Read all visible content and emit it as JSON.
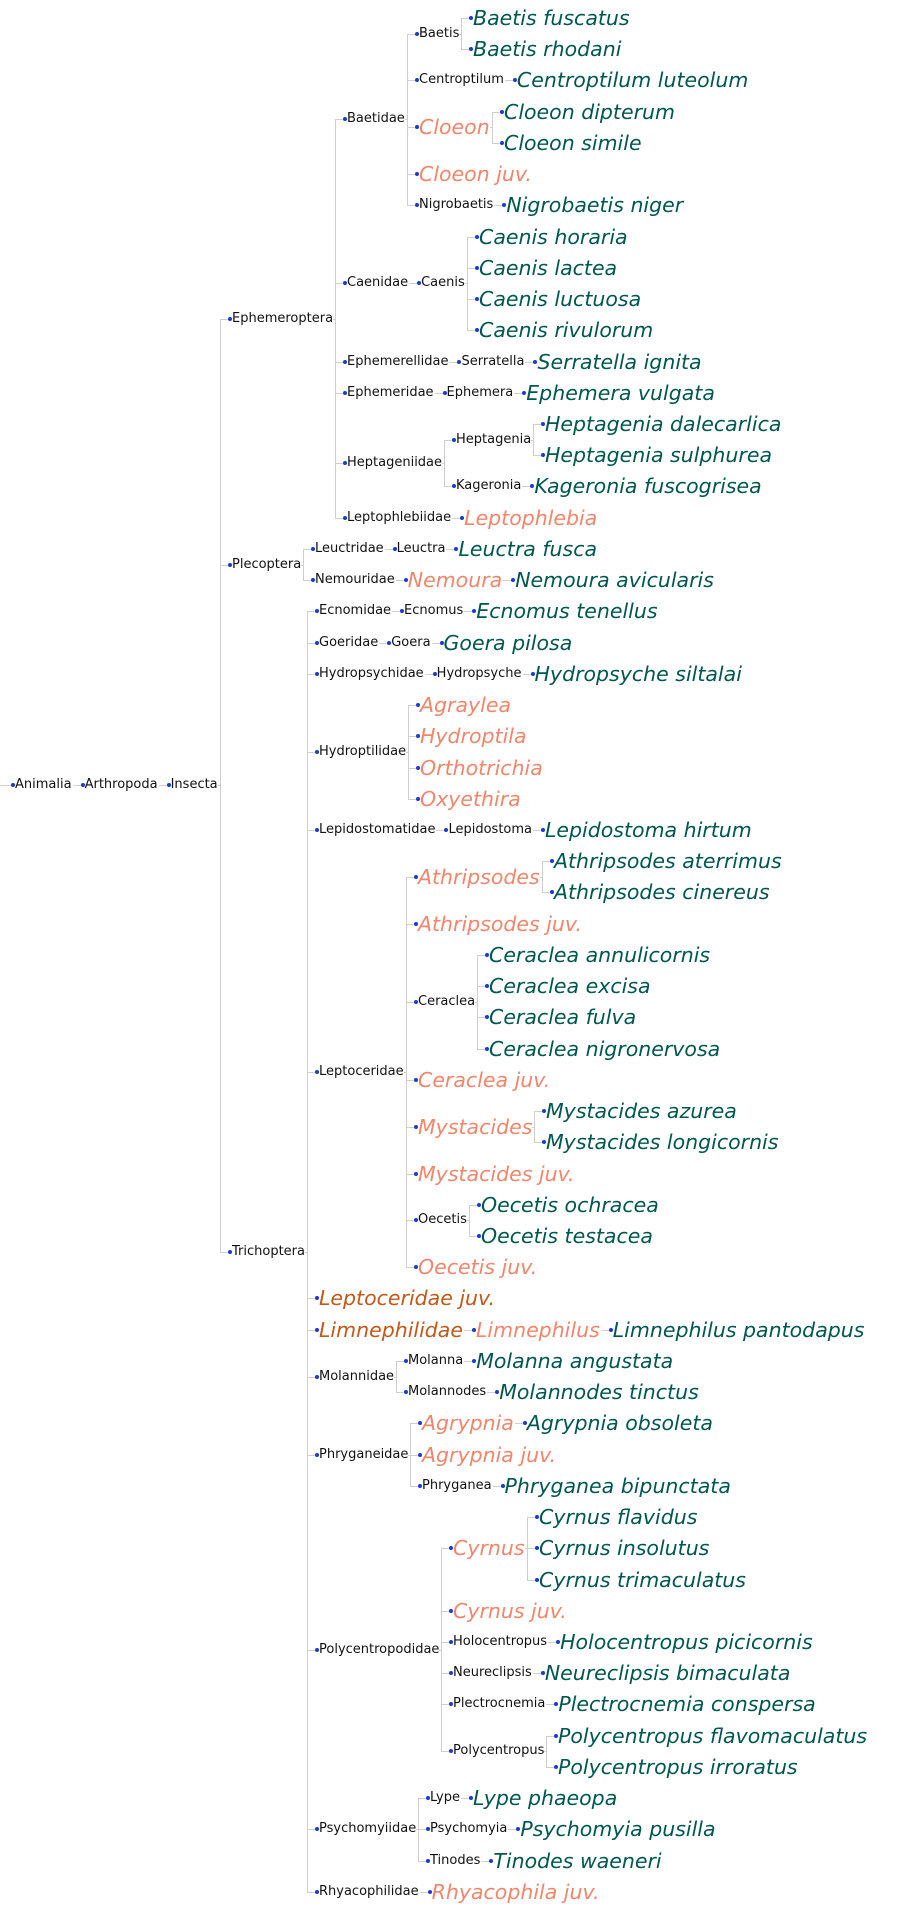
{
  "colors": {
    "dot": "#1a3ad0",
    "n": "#111111",
    "g": "#f0866b",
    "f": "#c1591a",
    "s": "#00574f",
    "line": "#cfcfcf"
  },
  "tree": {
    "n": "Animalia",
    "c": [
      {
        "n": "Arthropoda",
        "c": [
          {
            "n": "Insecta",
            "c": [
              {
                "n": "Ephemeroptera",
                "c": [
                  {
                    "n": "Baetidae",
                    "c": [
                      {
                        "n": "Baetis",
                        "c": [
                          {
                            "n": "Baetis fuscatus"
                          },
                          {
                            "n": "Baetis rhodani"
                          }
                        ]
                      },
                      {
                        "n": "Centroptilum",
                        "c": [
                          {
                            "n": "Centroptilum luteolum"
                          }
                        ]
                      },
                      {
                        "n": "Cloeon",
                        "t": "g",
                        "c": [
                          {
                            "n": "Cloeon dipterum"
                          },
                          {
                            "n": "Cloeon simile"
                          }
                        ]
                      },
                      {
                        "n": "Cloeon juv.",
                        "t": "g"
                      },
                      {
                        "n": "Nigrobaetis",
                        "c": [
                          {
                            "n": "Nigrobaetis niger"
                          }
                        ]
                      }
                    ]
                  },
                  {
                    "n": "Caenidae",
                    "c": [
                      {
                        "n": "Caenis",
                        "c": [
                          {
                            "n": "Caenis horaria"
                          },
                          {
                            "n": "Caenis lactea"
                          },
                          {
                            "n": "Caenis luctuosa"
                          },
                          {
                            "n": "Caenis rivulorum"
                          }
                        ]
                      }
                    ]
                  },
                  {
                    "n": "Ephemerellidae",
                    "c": [
                      {
                        "n": "Serratella",
                        "c": [
                          {
                            "n": "Serratella ignita"
                          }
                        ]
                      }
                    ]
                  },
                  {
                    "n": "Ephemeridae",
                    "c": [
                      {
                        "n": "Ephemera",
                        "c": [
                          {
                            "n": "Ephemera vulgata"
                          }
                        ]
                      }
                    ]
                  },
                  {
                    "n": "Heptageniidae",
                    "c": [
                      {
                        "n": "Heptagenia",
                        "c": [
                          {
                            "n": "Heptagenia dalecarlica"
                          },
                          {
                            "n": "Heptagenia sulphurea"
                          }
                        ]
                      },
                      {
                        "n": "Kageronia",
                        "c": [
                          {
                            "n": "Kageronia fuscogrisea"
                          }
                        ]
                      }
                    ]
                  },
                  {
                    "n": "Leptophlebiidae",
                    "c": [
                      {
                        "n": "Leptophlebia",
                        "t": "g"
                      }
                    ]
                  }
                ]
              },
              {
                "n": "Plecoptera",
                "c": [
                  {
                    "n": "Leuctridae",
                    "c": [
                      {
                        "n": "Leuctra",
                        "c": [
                          {
                            "n": "Leuctra fusca"
                          }
                        ]
                      }
                    ]
                  },
                  {
                    "n": "Nemouridae",
                    "c": [
                      {
                        "n": "Nemoura",
                        "t": "g",
                        "c": [
                          {
                            "n": "Nemoura avicularis"
                          }
                        ]
                      }
                    ]
                  }
                ]
              },
              {
                "n": "Trichoptera",
                "c": [
                  {
                    "n": "Ecnomidae",
                    "c": [
                      {
                        "n": "Ecnomus",
                        "c": [
                          {
                            "n": "Ecnomus tenellus"
                          }
                        ]
                      }
                    ]
                  },
                  {
                    "n": "Goeridae",
                    "c": [
                      {
                        "n": "Goera",
                        "c": [
                          {
                            "n": "Goera pilosa"
                          }
                        ]
                      }
                    ]
                  },
                  {
                    "n": "Hydropsychidae",
                    "c": [
                      {
                        "n": "Hydropsyche",
                        "c": [
                          {
                            "n": "Hydropsyche siltalai"
                          }
                        ]
                      }
                    ]
                  },
                  {
                    "n": "Hydroptilidae",
                    "c": [
                      {
                        "n": "Agraylea",
                        "t": "g"
                      },
                      {
                        "n": "Hydroptila",
                        "t": "g"
                      },
                      {
                        "n": "Orthotrichia",
                        "t": "g"
                      },
                      {
                        "n": "Oxyethira",
                        "t": "g"
                      }
                    ]
                  },
                  {
                    "n": "Lepidostomatidae",
                    "c": [
                      {
                        "n": "Lepidostoma",
                        "c": [
                          {
                            "n": "Lepidostoma hirtum"
                          }
                        ]
                      }
                    ]
                  },
                  {
                    "n": "Leptoceridae",
                    "c": [
                      {
                        "n": "Athripsodes",
                        "t": "g",
                        "c": [
                          {
                            "n": "Athripsodes aterrimus"
                          },
                          {
                            "n": "Athripsodes cinereus"
                          }
                        ]
                      },
                      {
                        "n": "Athripsodes juv.",
                        "t": "g"
                      },
                      {
                        "n": "Ceraclea",
                        "c": [
                          {
                            "n": "Ceraclea annulicornis"
                          },
                          {
                            "n": "Ceraclea excisa"
                          },
                          {
                            "n": "Ceraclea fulva"
                          },
                          {
                            "n": "Ceraclea nigronervosa"
                          }
                        ]
                      },
                      {
                        "n": "Ceraclea juv.",
                        "t": "g"
                      },
                      {
                        "n": "Mystacides",
                        "t": "g",
                        "c": [
                          {
                            "n": "Mystacides azurea"
                          },
                          {
                            "n": "Mystacides longicornis"
                          }
                        ]
                      },
                      {
                        "n": "Mystacides juv.",
                        "t": "g"
                      },
                      {
                        "n": "Oecetis",
                        "c": [
                          {
                            "n": "Oecetis ochracea"
                          },
                          {
                            "n": "Oecetis testacea"
                          }
                        ]
                      },
                      {
                        "n": "Oecetis juv.",
                        "t": "g"
                      }
                    ]
                  },
                  {
                    "n": "Leptoceridae juv.",
                    "t": "f"
                  },
                  {
                    "n": "Limnephilidae",
                    "t": "f",
                    "c": [
                      {
                        "n": "Limnephilus",
                        "t": "g",
                        "c": [
                          {
                            "n": "Limnephilus pantodapus"
                          }
                        ]
                      }
                    ]
                  },
                  {
                    "n": "Molannidae",
                    "c": [
                      {
                        "n": "Molanna",
                        "c": [
                          {
                            "n": "Molanna angustata"
                          }
                        ]
                      },
                      {
                        "n": "Molannodes",
                        "c": [
                          {
                            "n": "Molannodes tinctus"
                          }
                        ]
                      }
                    ]
                  },
                  {
                    "n": "Phryganeidae",
                    "c": [
                      {
                        "n": "Agrypnia",
                        "t": "g",
                        "c": [
                          {
                            "n": "Agrypnia obsoleta"
                          }
                        ]
                      },
                      {
                        "n": "Agrypnia juv.",
                        "t": "g"
                      },
                      {
                        "n": "Phryganea",
                        "c": [
                          {
                            "n": "Phryganea bipunctata"
                          }
                        ]
                      }
                    ]
                  },
                  {
                    "n": "Polycentropodidae",
                    "c": [
                      {
                        "n": "Cyrnus",
                        "t": "g",
                        "c": [
                          {
                            "n": "Cyrnus flavidus"
                          },
                          {
                            "n": "Cyrnus insolutus"
                          },
                          {
                            "n": "Cyrnus trimaculatus"
                          }
                        ]
                      },
                      {
                        "n": "Cyrnus juv.",
                        "t": "g"
                      },
                      {
                        "n": "Holocentropus",
                        "c": [
                          {
                            "n": "Holocentropus picicornis"
                          }
                        ]
                      },
                      {
                        "n": "Neureclipsis",
                        "c": [
                          {
                            "n": "Neureclipsis bimaculata"
                          }
                        ]
                      },
                      {
                        "n": "Plectrocnemia",
                        "c": [
                          {
                            "n": "Plectrocnemia conspersa"
                          }
                        ]
                      },
                      {
                        "n": "Polycentropus",
                        "c": [
                          {
                            "n": "Polycentropus flavomaculatus"
                          },
                          {
                            "n": "Polycentropus irroratus"
                          }
                        ]
                      }
                    ]
                  },
                  {
                    "n": "Psychomyiidae",
                    "c": [
                      {
                        "n": "Lype",
                        "c": [
                          {
                            "n": "Lype phaeopa"
                          }
                        ]
                      },
                      {
                        "n": "Psychomyia",
                        "c": [
                          {
                            "n": "Psychomyia pusilla"
                          }
                        ]
                      },
                      {
                        "n": "Tinodes",
                        "c": [
                          {
                            "n": "Tinodes waeneri"
                          }
                        ]
                      }
                    ]
                  },
                  {
                    "n": "Rhyacophilidae",
                    "c": [
                      {
                        "n": "Rhyacophila juv.",
                        "t": "g"
                      }
                    ]
                  }
                ]
              }
            ]
          }
        ]
      }
    ]
  }
}
